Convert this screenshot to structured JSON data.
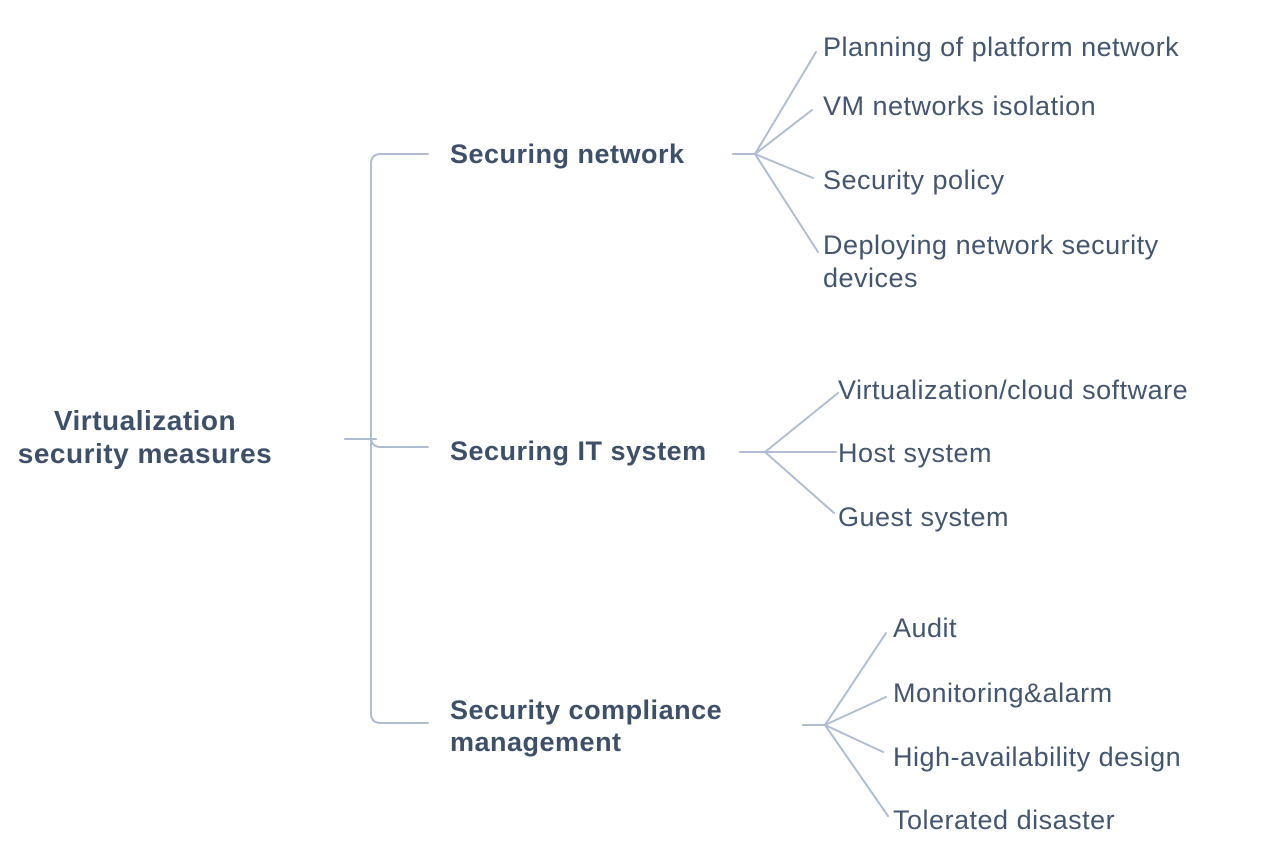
{
  "diagram": {
    "type": "mindmap",
    "root": {
      "label": "Virtualization security measures"
    },
    "branches": [
      {
        "label": "Securing network",
        "children": [
          "Planning of platform network",
          "VM networks isolation",
          "Security policy",
          "Deploying network security devices"
        ]
      },
      {
        "label": "Securing IT system",
        "children": [
          "Virtualization/cloud software",
          "Host system",
          "Guest system"
        ]
      },
      {
        "label": "Security compliance management",
        "children": [
          "Audit",
          "Monitoring&alarm",
          "High-availability design",
          "Tolerated disaster"
        ]
      }
    ],
    "colors": {
      "background": "#ffffff",
      "connector_line": "#afbdd1",
      "heading_text": "#3e5068",
      "leaf_text": "#44566e"
    }
  }
}
